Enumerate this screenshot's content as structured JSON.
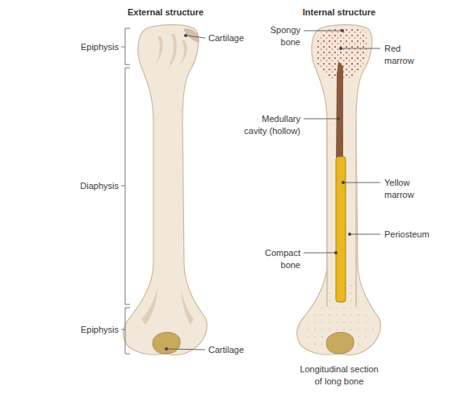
{
  "diagram": {
    "labels": [
      "External structure",
      "Internal structure",
      "Epiphysis",
      "Cartilage",
      "Diaphysis",
      "Epiphysis",
      "Cartilage",
      "Spongy bone",
      "Red marrow",
      "Medullary cavity (hollow)",
      "Yellow marrow",
      "Periosteum",
      "Compact bone",
      "Longitudinal section of long bone"
    ]
  }
}
